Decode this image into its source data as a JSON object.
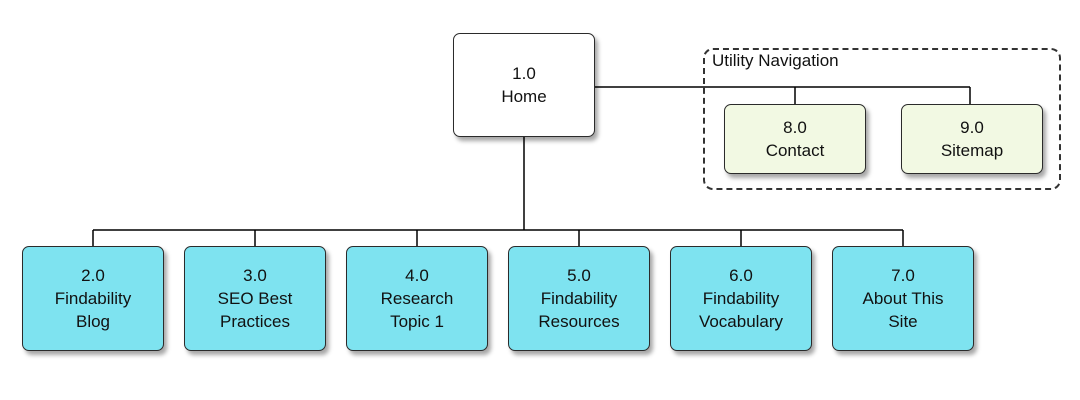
{
  "diagram": {
    "root": {
      "id": "1.0",
      "label": "Home"
    },
    "utility_navigation": {
      "title": "Utility Navigation",
      "nodes": [
        {
          "id": "8.0",
          "label": "Contact"
        },
        {
          "id": "9.0",
          "label": "Sitemap"
        }
      ]
    },
    "children": [
      {
        "id": "2.0",
        "label_line1": "Findability",
        "label_line2": "Blog"
      },
      {
        "id": "3.0",
        "label_line1": "SEO Best",
        "label_line2": "Practices"
      },
      {
        "id": "4.0",
        "label_line1": "Research",
        "label_line2": "Topic 1"
      },
      {
        "id": "5.0",
        "label_line1": "Findability",
        "label_line2": "Resources"
      },
      {
        "id": "6.0",
        "label_line1": "Findability",
        "label_line2": "Vocabulary"
      },
      {
        "id": "7.0",
        "label_line1": "About This",
        "label_line2": "Site"
      }
    ],
    "colors": {
      "root_fill": "#ffffff",
      "utility_fill": "#f2f9e3",
      "child_fill": "#7ee3f0",
      "line": "#000000"
    }
  }
}
